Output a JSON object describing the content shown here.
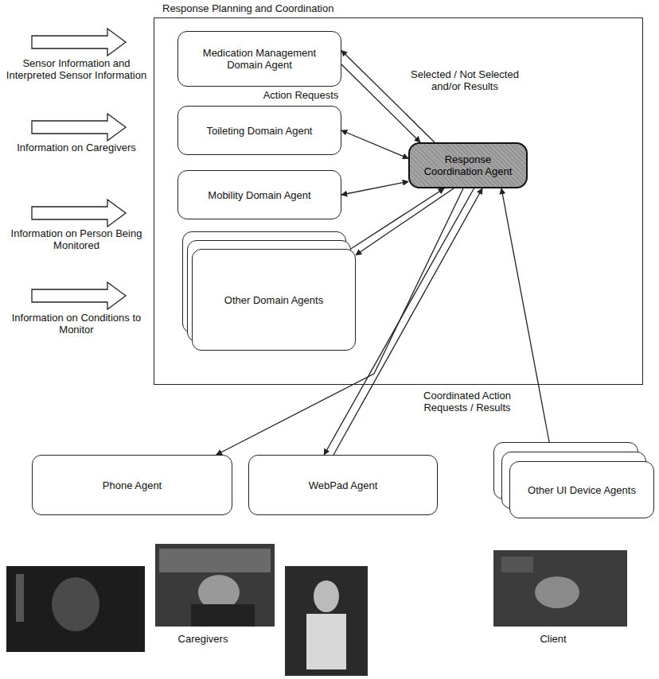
{
  "diagram": {
    "nodes": [
      {
        "text": [
          "Response Planning and Coordination"
        ]
      },
      {
        "text": [
          "Medication Management Domain Agent"
        ],
        "in": 0
      },
      {
        "text": [
          "Toileting Domain Agent"
        ],
        "in": 0
      },
      {
        "text": [
          "Mobility Domain Agent"
        ],
        "in": 0
      },
      {
        "text": [
          "Other Domain Agents"
        ],
        "in": 0
      },
      {
        "text": [
          "Response Coordination Agent"
        ],
        "in": 0
      },
      {
        "text": [
          "Phone Agent"
        ]
      },
      {
        "text": [
          "WebPad Agent"
        ]
      },
      {
        "text": [
          "Other UI Device Agents"
        ]
      }
    ],
    "edges": [
      {
        "from": 1,
        "to": 5,
        "arrow": "to",
        "label": "Action Requests"
      },
      {
        "from": 5,
        "to": 1,
        "arrow": "to",
        "label": "Selected / Not Selected and/or Results"
      },
      {
        "from": 2,
        "to": 5,
        "arrow": "both"
      },
      {
        "from": 3,
        "to": 5,
        "arrow": "both"
      },
      {
        "from": 4,
        "to": 5,
        "arrow": "to"
      },
      {
        "from": 5,
        "to": 4,
        "arrow": "to"
      },
      {
        "from": 5,
        "to": 6,
        "arrow": "to"
      },
      {
        "from": 5,
        "to": 7,
        "arrow": "to",
        "label": "Coordinated Action Requests / Results"
      },
      {
        "from": 7,
        "to": 5,
        "arrow": "to"
      },
      {
        "from": 5,
        "to": 8,
        "arrow": "both"
      }
    ],
    "labels": [
      "Sensor Information and Interpreted Sensor Information",
      "Information on Caregivers",
      "Information on Person Being Monitored",
      "Information on Conditions to Monitor",
      "Caregivers",
      "Client"
    ]
  }
}
